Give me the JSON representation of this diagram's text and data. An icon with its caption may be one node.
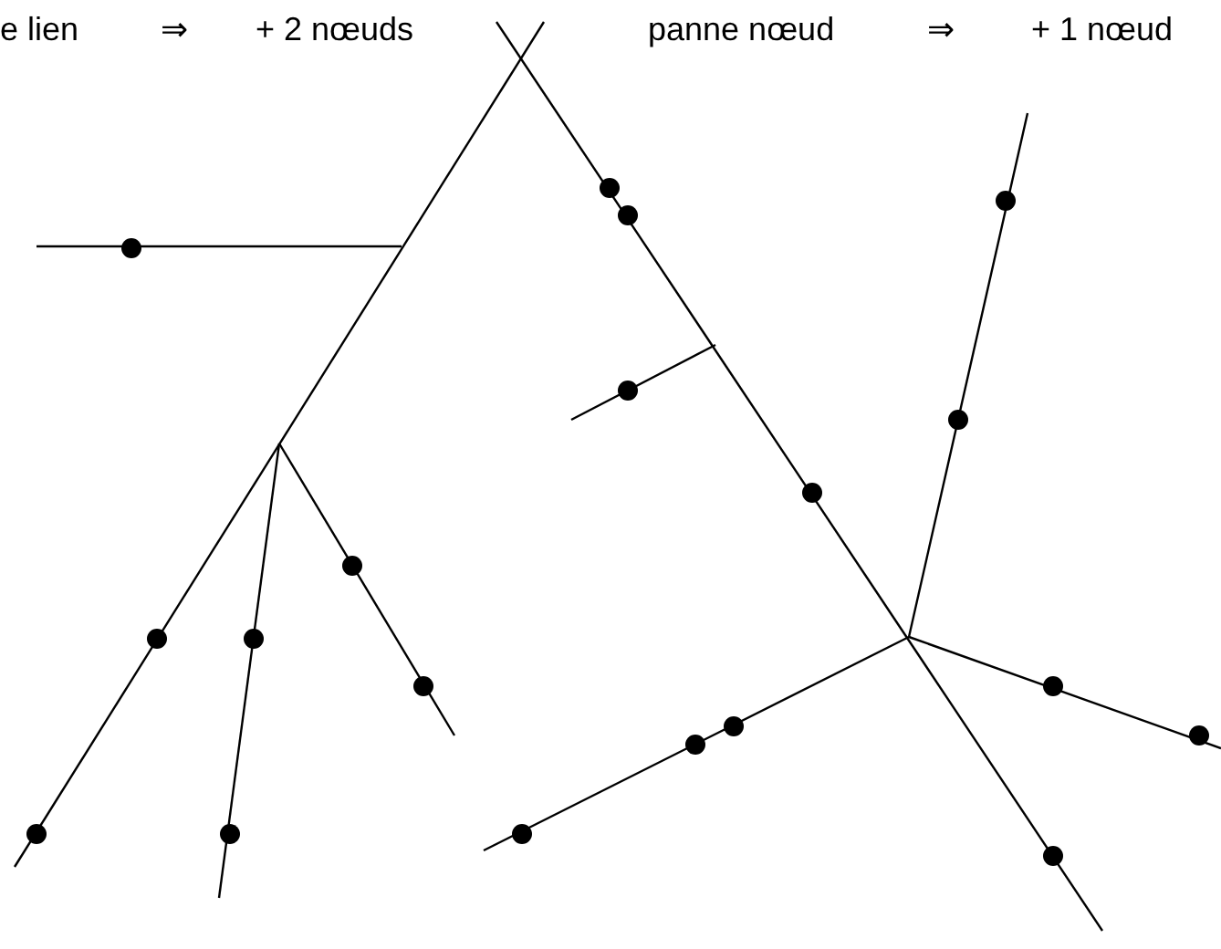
{
  "diagram": {
    "labels": [
      "e lien",
      "⇒",
      "+ 2 nœuds",
      "panne nœud",
      "⇒",
      "+ 1 nœud"
    ]
  }
}
